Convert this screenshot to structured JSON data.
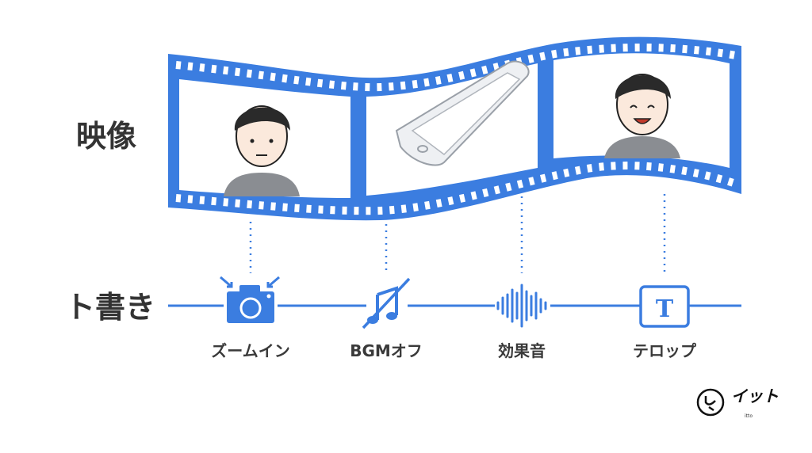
{
  "rows": {
    "video": "映像",
    "script": "ト書き"
  },
  "cues": [
    {
      "label": "ズームイン",
      "icon": "zoom-camera-icon"
    },
    {
      "label": "BGMオフ",
      "icon": "music-off-icon"
    },
    {
      "label": "効果音",
      "icon": "sound-wave-icon"
    },
    {
      "label": "テロップ",
      "icon": "text-caption-icon"
    }
  ],
  "caption_icon_letter": "T",
  "logo": {
    "text": "イット",
    "sub": "itto"
  },
  "colors": {
    "accent": "#3b7de0",
    "text": "#333333"
  }
}
